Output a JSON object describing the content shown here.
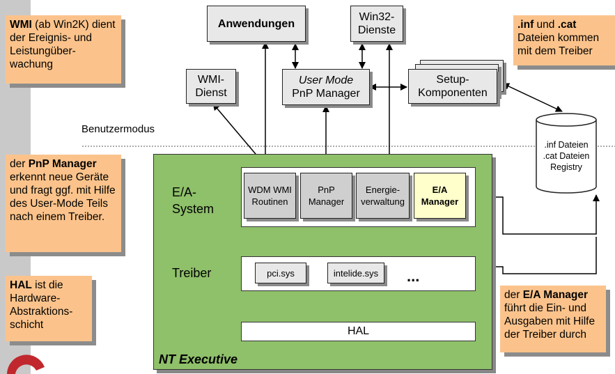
{
  "notes": {
    "wmi": {
      "bold": "WMI",
      "text": " (ab Win2K) dient der Ereignis- und Leistungüber-wachung"
    },
    "pnp": {
      "pre": "der ",
      "bold": "PnP Manager",
      "text": " erkennt neue Geräte und fragt ggf. mit Hilfe des User-Mode Teils nach einem Treiber."
    },
    "hal": {
      "bold": "HAL",
      "text": " ist die Hardware-Abstraktions-schicht"
    },
    "inf": {
      "bold1": ".inf",
      "mid": " und ",
      "bold2": ".cat",
      "text": " Dateien kommen mit dem Treiber"
    },
    "ea": {
      "pre": "der ",
      "bold": "E/A Manager",
      "text": " führt die Ein- und Ausgaben mit Hilfe der Treiber durch"
    }
  },
  "boxes": {
    "anwendungen": "Anwendungen",
    "win32_line1": "Win32-",
    "win32_line2": "Dienste",
    "wmi_dienst_line1": "WMI-",
    "wmi_dienst_line2": "Dienst",
    "user_mode_italic": "User Mode",
    "pnp_manager": "PnP Manager",
    "setup_line1": "Setup-",
    "setup_line2": "Komponenten",
    "db_line1": ".inf Dateien",
    "db_line2": ".cat Dateien",
    "db_line3": "Registry"
  },
  "labels": {
    "benutzermodus": "Benutzermodus",
    "ea_system_line1": "E/A-",
    "ea_system_line2": "System",
    "treiber": "Treiber",
    "nt_executive": "NT Executive"
  },
  "components": {
    "wdm_line1": "WDM WMI",
    "wdm_line2": "Routinen",
    "pnp_line1": "PnP",
    "pnp_line2": "Manager",
    "energie_line1": "Energie-",
    "energie_line2": "verwaltung",
    "ea_line1": "E/A",
    "ea_line2": "Manager",
    "pci": "pci.sys",
    "intelide": "intelide.sys",
    "ellipsis": "...",
    "hal": "HAL"
  }
}
